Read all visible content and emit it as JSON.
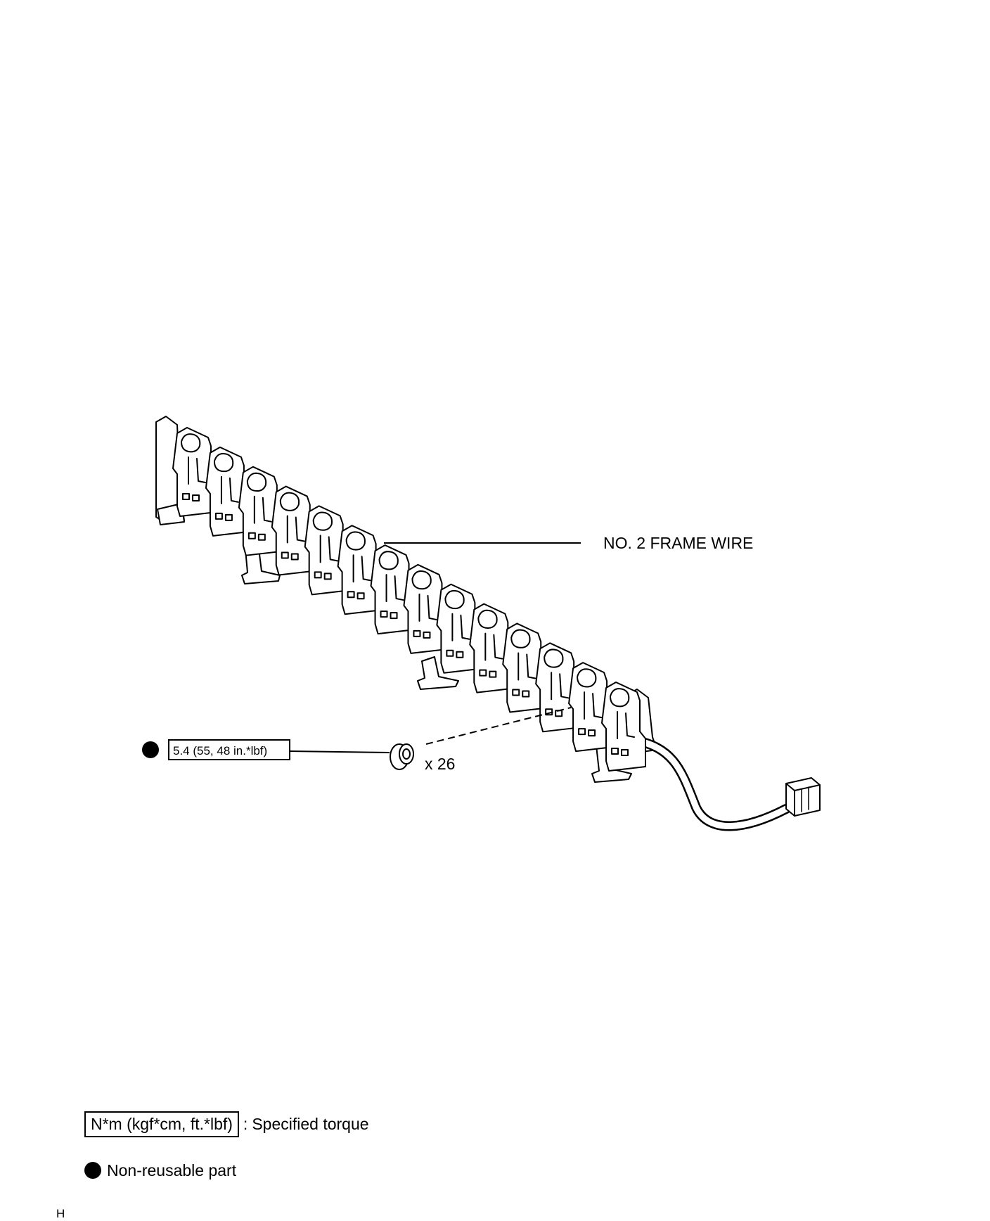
{
  "callouts": {
    "part_name": "NO. 2 FRAME WIRE",
    "torque_value": "5.4 (55, 48 in.*lbf)",
    "quantity": "x 26"
  },
  "legend": {
    "torque_unit": "N*m (kgf*cm, ft.*lbf)",
    "torque_separator": ":",
    "torque_meaning": "Specified torque",
    "nonreusable_label": "Non-reusable part"
  },
  "footer": {
    "corner_mark": "H"
  },
  "colors": {
    "ink": "#000000",
    "paper": "#ffffff"
  },
  "icons": {
    "nonreusable": "filled-circle-icon"
  }
}
